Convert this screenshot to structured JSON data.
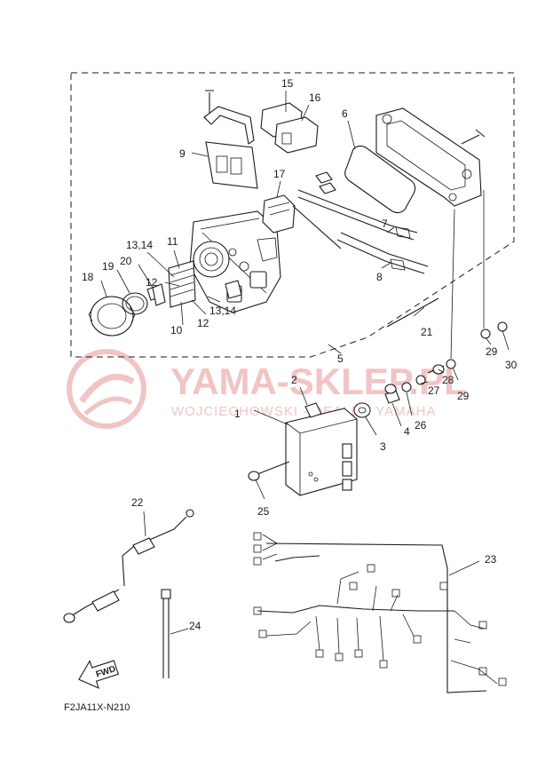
{
  "watermark": {
    "brand": "YAMA-SKLEP.PL",
    "tagline": "WOJCIECHOWSKI - DEALER YAMAHA",
    "color": "#f2c4c4"
  },
  "diagram_code": "F2JA11X-N210",
  "fwd_label": "FWD",
  "callouts": {
    "c1": "1",
    "c2": "2",
    "c3": "3",
    "c4": "4",
    "c5": "5",
    "c6": "6",
    "c7": "7",
    "c8": "8",
    "c9": "9",
    "c10": "10",
    "c11": "11",
    "c12a": "12",
    "c12b": "12",
    "c1314a": "13,14",
    "c1314b": "13,14",
    "c15": "15",
    "c16": "16",
    "c17": "17",
    "c18": "18",
    "c19": "19",
    "c20": "20",
    "c21": "21",
    "c22": "22",
    "c23": "23",
    "c24": "24",
    "c25": "25",
    "c26": "26",
    "c27": "27",
    "c28": "28",
    "c29a": "29",
    "c29b": "29",
    "c30": "30"
  }
}
